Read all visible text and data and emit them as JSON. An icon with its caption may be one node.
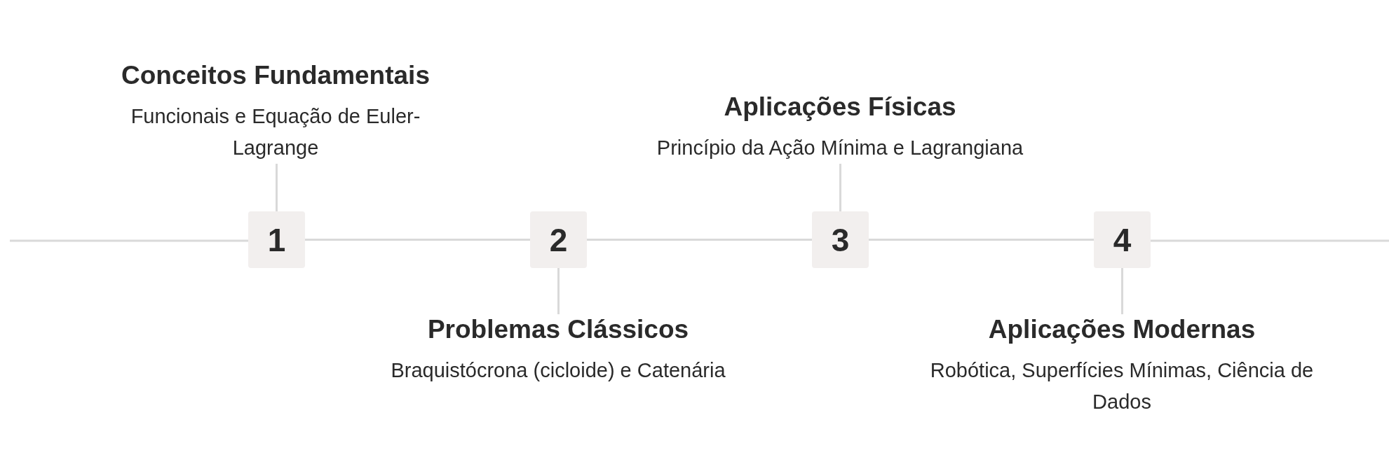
{
  "diagram": {
    "nodes": [
      {
        "text": [
          "Conceitos Fundamentais",
          "Funcionais e Equação de Euler-Lagrange"
        ]
      },
      {
        "text": [
          "Aplicações Físicas",
          "Princípio da Ação Mínima e Lagrangiana"
        ]
      },
      {
        "text": [
          "1"
        ]
      },
      {
        "text": [
          "2"
        ]
      },
      {
        "text": [
          "3"
        ]
      },
      {
        "text": [
          "4"
        ]
      },
      {
        "text": [
          "Problemas Clássicos",
          "Braquistócrona (cicloide) e Catenária"
        ]
      },
      {
        "text": [
          "Aplicações Modernas",
          "Robótica, Superfícies Mínimas, Ciência de Dados"
        ]
      }
    ],
    "edges": [
      {
        "from": 2,
        "to": 0,
        "arrow": "none"
      },
      {
        "from": 2,
        "to": 3,
        "arrow": "none"
      },
      {
        "from": 3,
        "to": 6,
        "arrow": "none"
      },
      {
        "from": 3,
        "to": 4,
        "arrow": "none"
      },
      {
        "from": 4,
        "to": 1,
        "arrow": "none"
      },
      {
        "from": 4,
        "to": 5,
        "arrow": "none"
      },
      {
        "from": 5,
        "to": 7,
        "arrow": "none"
      }
    ]
  }
}
